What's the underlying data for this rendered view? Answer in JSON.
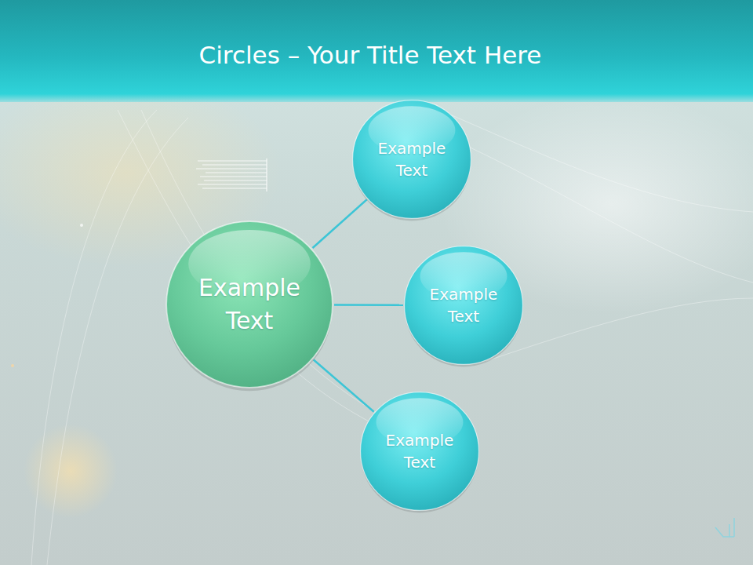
{
  "diagram": {
    "title": "Circles – Your Title Text Here",
    "nodes": [
      {
        "text": [
          "Example Text"
        ]
      },
      {
        "text": [
          "Example Text"
        ]
      },
      {
        "text": [
          "Example Text"
        ]
      },
      {
        "text": [
          "Example Text"
        ]
      }
    ],
    "edges": [
      {
        "from": 0,
        "to": 1,
        "arrow": "none"
      },
      {
        "from": 0,
        "to": 2,
        "arrow": "none"
      },
      {
        "from": 0,
        "to": 3,
        "arrow": "none"
      }
    ]
  }
}
